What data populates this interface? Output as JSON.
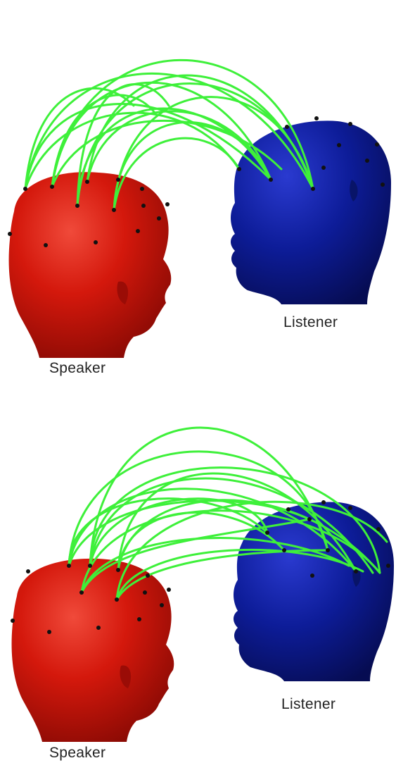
{
  "panels": [
    {
      "speaker_label": "Speaker",
      "listener_label": "Listener"
    },
    {
      "speaker_label": "Speaker",
      "listener_label": "Listener"
    }
  ],
  "colors": {
    "speaker_head": "#d11a0f",
    "listener_head": "#0b1a8f",
    "connection": "#3ef03a",
    "electrode": "#111111"
  }
}
